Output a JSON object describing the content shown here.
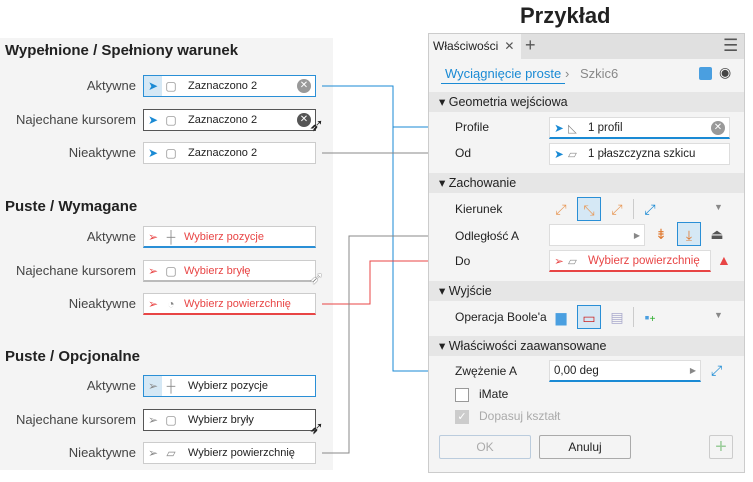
{
  "title": "Przykład",
  "left": {
    "sections": [
      {
        "heading": "Wypełnione / Spełniony warunek",
        "rows": [
          {
            "label": "Aktywne",
            "text": "Zaznaczono 2"
          },
          {
            "label": "Najechane kursorem",
            "text": "Zaznaczono 2"
          },
          {
            "label": "Nieaktywne",
            "text": "Zaznaczono 2"
          }
        ]
      },
      {
        "heading": "Puste / Wymagane",
        "rows": [
          {
            "label": "Aktywne",
            "text": "Wybierz pozycje"
          },
          {
            "label": "Najechane kursorem",
            "text": "Wybierz bryłę"
          },
          {
            "label": "Nieaktywne",
            "text": "Wybierz powierzchnię"
          }
        ]
      },
      {
        "heading": "Puste / Opcjonalne",
        "rows": [
          {
            "label": "Aktywne",
            "text": "Wybierz pozycje"
          },
          {
            "label": "Najechane kursorem",
            "text": "Wybierz bryły"
          },
          {
            "label": "Nieaktywne",
            "text": "Wybierz powierzchnię"
          }
        ]
      }
    ]
  },
  "panel": {
    "tab": "Właściwości",
    "breadcrumb": {
      "current": "Wyciągnięcie proste",
      "next": "Szkic6"
    },
    "sections": {
      "geom": "Geometria wejściowa",
      "behavior": "Zachowanie",
      "output": "Wyjście",
      "advanced": "Właściwości zaawansowane"
    },
    "profile": {
      "label": "Profile",
      "value": "1 profil"
    },
    "od": {
      "label": "Od",
      "value": "1 płaszczyzna szkicu"
    },
    "kierunek": {
      "label": "Kierunek"
    },
    "odleglosc": {
      "label": "Odległość A",
      "value": ""
    },
    "do": {
      "label": "Do",
      "value": "Wybierz powierzchnię"
    },
    "boole": {
      "label": "Operacja Boole'a"
    },
    "zwezenie": {
      "label": "Zwężenie A",
      "value": "0,00 deg"
    },
    "imate": {
      "label": "iMate",
      "checked": false
    },
    "dopasuj": {
      "label": "Dopasuj kształt",
      "checked": true
    },
    "ok": "OK",
    "cancel": "Anuluj"
  },
  "colors": {
    "accent": "#2a8fd6",
    "error": "#e84545"
  }
}
